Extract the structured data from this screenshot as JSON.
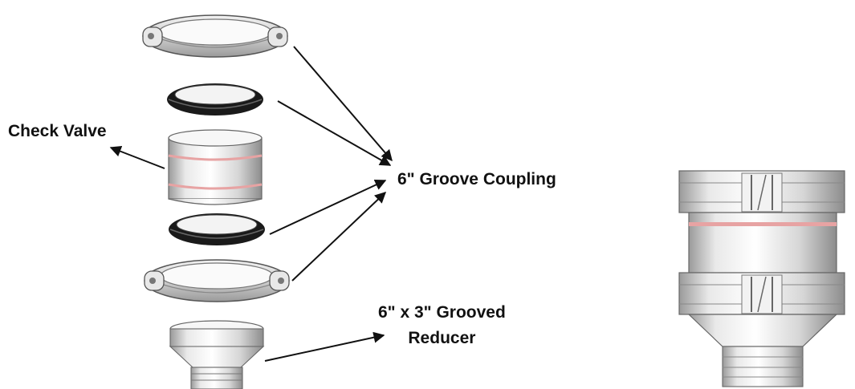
{
  "labels": {
    "check_valve": "Check Valve",
    "groove_coupling": "6\" Groove Coupling",
    "reducer_line1": "6\" x 3\" Grooved",
    "reducer_line2": "Reducer"
  },
  "colors": {
    "metal_light": "#f4f4f4",
    "metal_mid": "#c9c9c9",
    "metal_dark": "#8a8a8a",
    "gasket": "#1a1a1a",
    "seal_band": "#e7a3a3",
    "arrow": "#111111"
  }
}
